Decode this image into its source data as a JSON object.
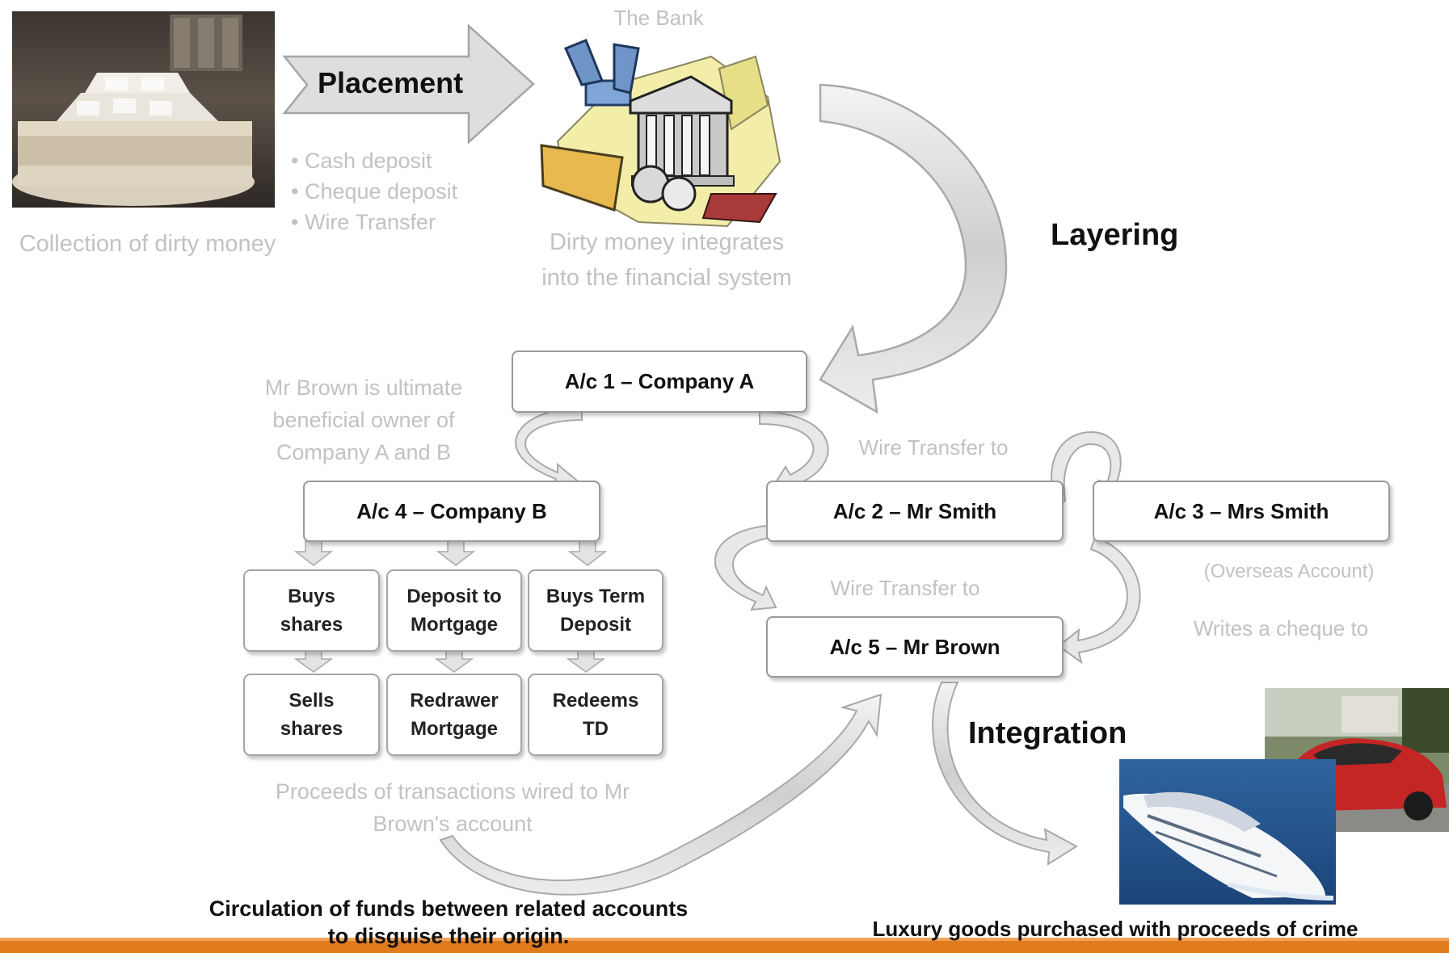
{
  "stages": {
    "placement": "Placement",
    "layering": "Layering",
    "integration": "Integration"
  },
  "texts": {
    "the_bank": "The Bank",
    "collection": "Collection of dirty money",
    "dirty_money": "Dirty money integrates into the financial system",
    "brown_owner": "Mr Brown is ultimate beneficial owner of Company A and B",
    "wire_transfer_1": "Wire Transfer to",
    "wire_transfer_2": "Wire Transfer to",
    "overseas": "(Overseas Account)",
    "writes_cheque": "Writes a cheque to",
    "proceeds": "Proceeds of transactions wired to Mr Brown's account"
  },
  "placement_methods": [
    "• Cash deposit",
    "• Cheque deposit",
    "• Wire Transfer"
  ],
  "accounts": {
    "ac1": "A/c 1 – Company A",
    "ac2": "A/c 2 – Mr Smith",
    "ac3": "A/c 3 – Mrs Smith",
    "ac4": "A/c 4 – Company B",
    "ac5": "A/c 5 – Mr Brown"
  },
  "transactions_row1": [
    "Buys\nshares",
    "Deposit to\nMortgage",
    "Buys Term\nDeposit"
  ],
  "transactions_row2": [
    "Sells\nshares",
    "Redrawer\nMortgage",
    "Redeems\nTD"
  ],
  "captions": {
    "circulation": "Circulation of funds between related accounts to disguise their origin.",
    "luxury": "Luxury goods purchased with proceeds of crime"
  },
  "colors": {
    "arrow_fill": "#e4e4e4",
    "arrow_stroke": "#a9a9a9",
    "bottom_bar": "#e07b1e",
    "faded_text": "#c2c2c2"
  },
  "icons": [
    "cash-pile-photo",
    "bank-building-icon",
    "yacht-photo",
    "sports-car-photo"
  ]
}
